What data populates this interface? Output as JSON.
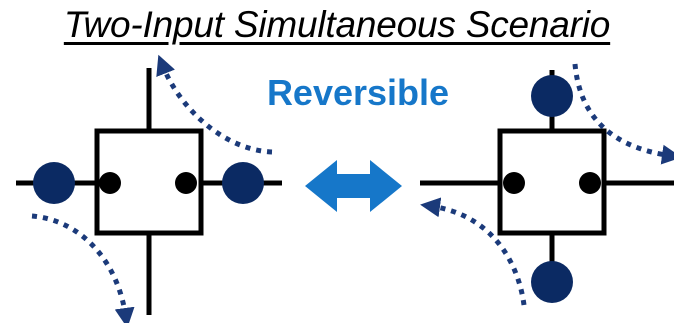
{
  "title": "Two-Input Simultaneous Scenario",
  "subtitle": "Reversible",
  "colors": {
    "line": "#000000",
    "particle": "#0b2a63",
    "arrow_dots": "#1b3a7a",
    "double_arrow": "#1677c9"
  },
  "icons": {
    "left_node": "square-gate-with-two-left-right-inputs",
    "right_node": "square-gate-with-two-top-bottom-inputs",
    "center_arrow": "double-headed-arrow"
  }
}
